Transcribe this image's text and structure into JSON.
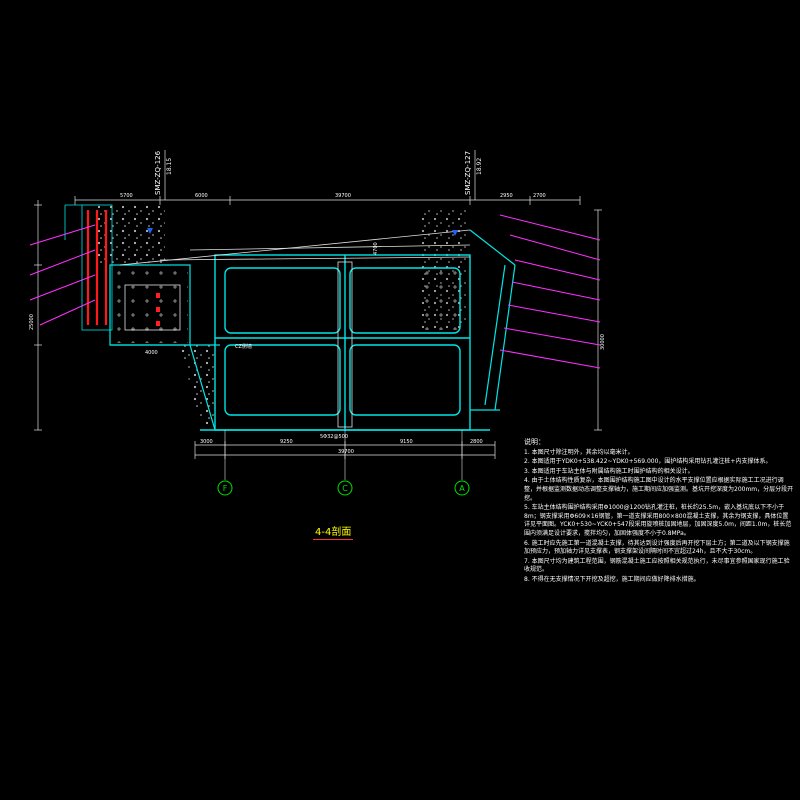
{
  "drawing": {
    "title": "4-4剖面",
    "stations": [
      "SMZ-ZQ-126",
      "SMZ-ZQ-127"
    ],
    "elevations": [
      "18.15",
      "18.92"
    ],
    "axes": [
      "F",
      "C",
      "A"
    ],
    "dimensions": {
      "top_total": "39700",
      "top_left": "5700",
      "top_left2": "6000",
      "top_right": "2700",
      "top_right2": "2950",
      "bottom_total": "39700",
      "bottom_left": "9250",
      "bottom_right": "9150",
      "bottom_edge_left": "3000",
      "bottom_edge_right": "2800",
      "left_height": "25000",
      "right_height": "30000",
      "inner_width": "4000",
      "inner_height": "4700"
    },
    "rebar_label": "5Φ32@500",
    "side_label": "CZ侧墙"
  },
  "notes": {
    "header": "说明：",
    "items": [
      "1. 本图尺寸除注明外，其余均以毫米计。",
      "2. 本图适用于YDK0+538.422~YDK0+569.000，围护结构采用钻孔灌注桩+内支撑体系。",
      "3. 本图适用于车站主体与附属结构施工时围护结构的相关设计。",
      "4. 由于土体结构性质复杂，本图围护结构施工图中设计的水平支撑位置应根据实际施工工况进行调整，并根据监测数据动态调整支撑轴力，施工期间应加强监测。基坑开挖深度为200mm，分层分段开挖。",
      "5. 车站主体结构围护结构采用Φ1000@1200钻孔灌注桩，桩长约25.5m，嵌入基坑底以下不小于8m；钢支撑采用Φ609×16钢管，第一道支撑采用800×800混凝土支撑，其余为钢支撑，具体位置详见平面图。YCK0+530~YCK0+547段采用旋喷桩加固地层，加固深度5.0m，间距1.0m，桩长范围内须满足设计要求，搅拌均匀，加固体强度不小于0.8MPa。",
      "6. 施工时应先施工第一道混凝土支撑，待其达到设计强度后再开挖下层土方；第二道及以下钢支撑施加预应力，预加轴力详见支撑表，钢支撑架设间隔时间不宜超过24h，且不大于30cm。",
      "7. 本图尺寸均为建筑工程范围，钢筋混凝土施工应按照相关规范执行，未尽事宜参照国家现行施工验收规范。",
      "8. 不得在无支撑情况下开挖及超挖，施工期间应做好降排水措施。"
    ]
  }
}
